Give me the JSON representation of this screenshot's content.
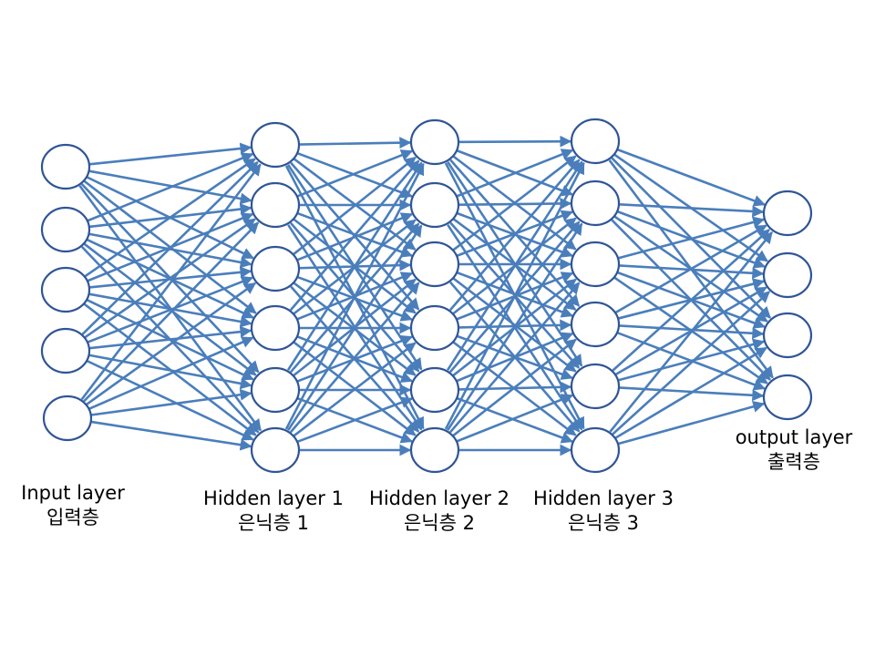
{
  "colors": {
    "edge": "#4a7ebb",
    "node_stroke": "#2f5597",
    "node_fill": "#ffffff",
    "text": "#000000"
  },
  "layers": [
    {
      "id": "input",
      "name": "Input layer",
      "name_ko": "입력층",
      "node_count": 5
    },
    {
      "id": "hidden1",
      "name": "Hidden layer 1",
      "name_ko": "은닉층 1",
      "node_count": 6
    },
    {
      "id": "hidden2",
      "name": "Hidden layer 2",
      "name_ko": "은닉층 2",
      "node_count": 6
    },
    {
      "id": "hidden3",
      "name": "Hidden layer 3",
      "name_ko": "은닉층 3",
      "node_count": 6
    },
    {
      "id": "output",
      "name": "output layer",
      "name_ko": "출력층",
      "node_count": 4
    }
  ],
  "connectivity": "fully-connected"
}
